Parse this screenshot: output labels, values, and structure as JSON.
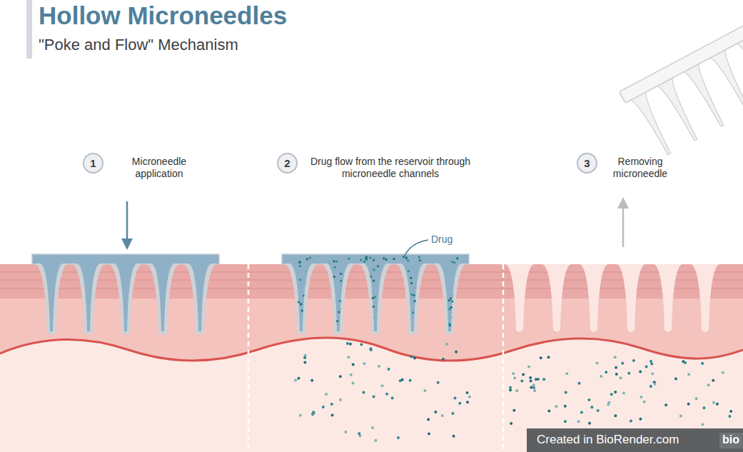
{
  "diagram": {
    "title": "Hollow Microneedles",
    "nodes": [
      {
        "text": [
          "1"
        ]
      },
      {
        "text": [
          "2"
        ]
      },
      {
        "text": [
          "3"
        ]
      }
    ],
    "labels": [
      "\"Poke and Flow\" Mechanism",
      "Microneedle application",
      "Drug flow from the reservoir through microneedle channels",
      "Removing microneedle",
      "Drug",
      "Created in BioRender.com",
      "bio"
    ]
  }
}
